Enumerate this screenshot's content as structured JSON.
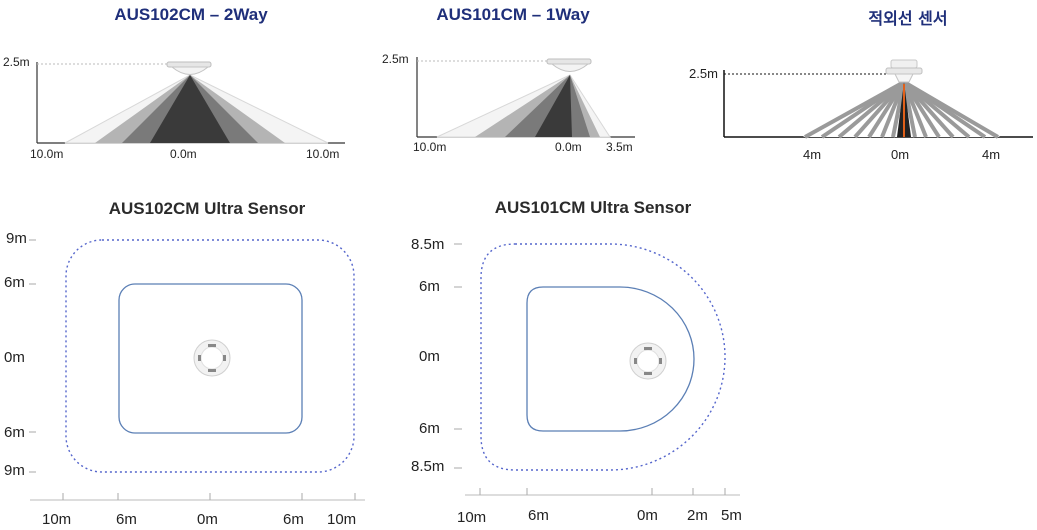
{
  "top_titles": {
    "aus102_2way": "AUS102CM – 2Way",
    "aus101_1way": "AUS101CM – 1Way",
    "ir_sensor": "적외선 센서"
  },
  "bottom_titles": {
    "aus102_ultra": "AUS102CM Ultra Sensor",
    "aus101_ultra": "AUS101CM Ultra Sensor"
  },
  "diagram_2way": {
    "height": "2.5m",
    "left": "10.0m",
    "center": "0.0m",
    "right": "10.0m"
  },
  "diagram_1way": {
    "height": "2.5m",
    "left": "10.0m",
    "center": "0.0m",
    "right": "3.5m"
  },
  "diagram_ir": {
    "height": "2.5m",
    "left": "4m",
    "center": "0m",
    "right": "4m"
  },
  "plan_102": {
    "y_labels": [
      "9m",
      "6m",
      "0m",
      "6m",
      "9m"
    ],
    "x_labels": [
      "10m",
      "6m",
      "0m",
      "6m",
      "10m"
    ]
  },
  "plan_101": {
    "y_labels": [
      "8.5m",
      "6m",
      "0m",
      "6m",
      "8.5m"
    ],
    "x_labels": [
      "10m",
      "6m",
      "0m",
      "2m",
      "5m"
    ]
  },
  "colors": {
    "title_navy": "#1f2f7a",
    "inner_zone": "#5b7fb5",
    "outer_zone": "#5566cc",
    "cone_dark": "#3a3a3a",
    "cone_mid": "#7a7a7a",
    "cone_light": "#b4b4b4"
  }
}
